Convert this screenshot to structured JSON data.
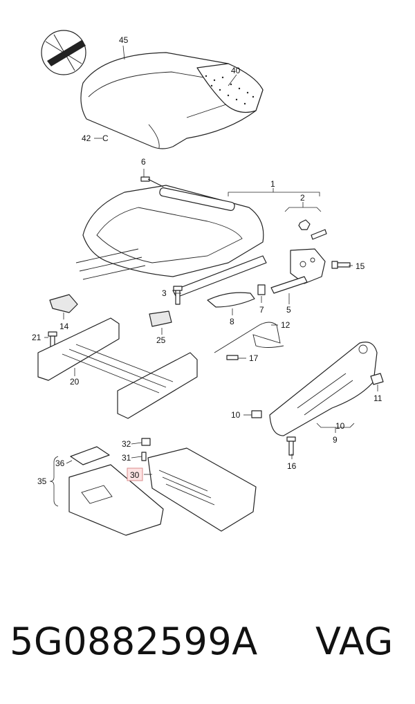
{
  "callouts": {
    "c1": "1",
    "c2": "2",
    "c3": "3",
    "c5": "5",
    "c6": "6",
    "c7": "7",
    "c8": "8",
    "c9": "9",
    "c10a": "10",
    "c10b": "10",
    "c11": "11",
    "c12": "12",
    "c14": "14",
    "c15": "15",
    "c16": "16",
    "c17": "17",
    "c20": "20",
    "c21": "21",
    "c25": "25",
    "c30": "30",
    "c31": "31",
    "c32": "32",
    "c35": "35",
    "c36": "36",
    "c40": "40",
    "c42": "42",
    "c45": "45"
  },
  "highlighted_callout": "30",
  "highlight_color": "#fde3e3",
  "footer": {
    "part_number": "5G0882599A",
    "brand": "VAG"
  }
}
